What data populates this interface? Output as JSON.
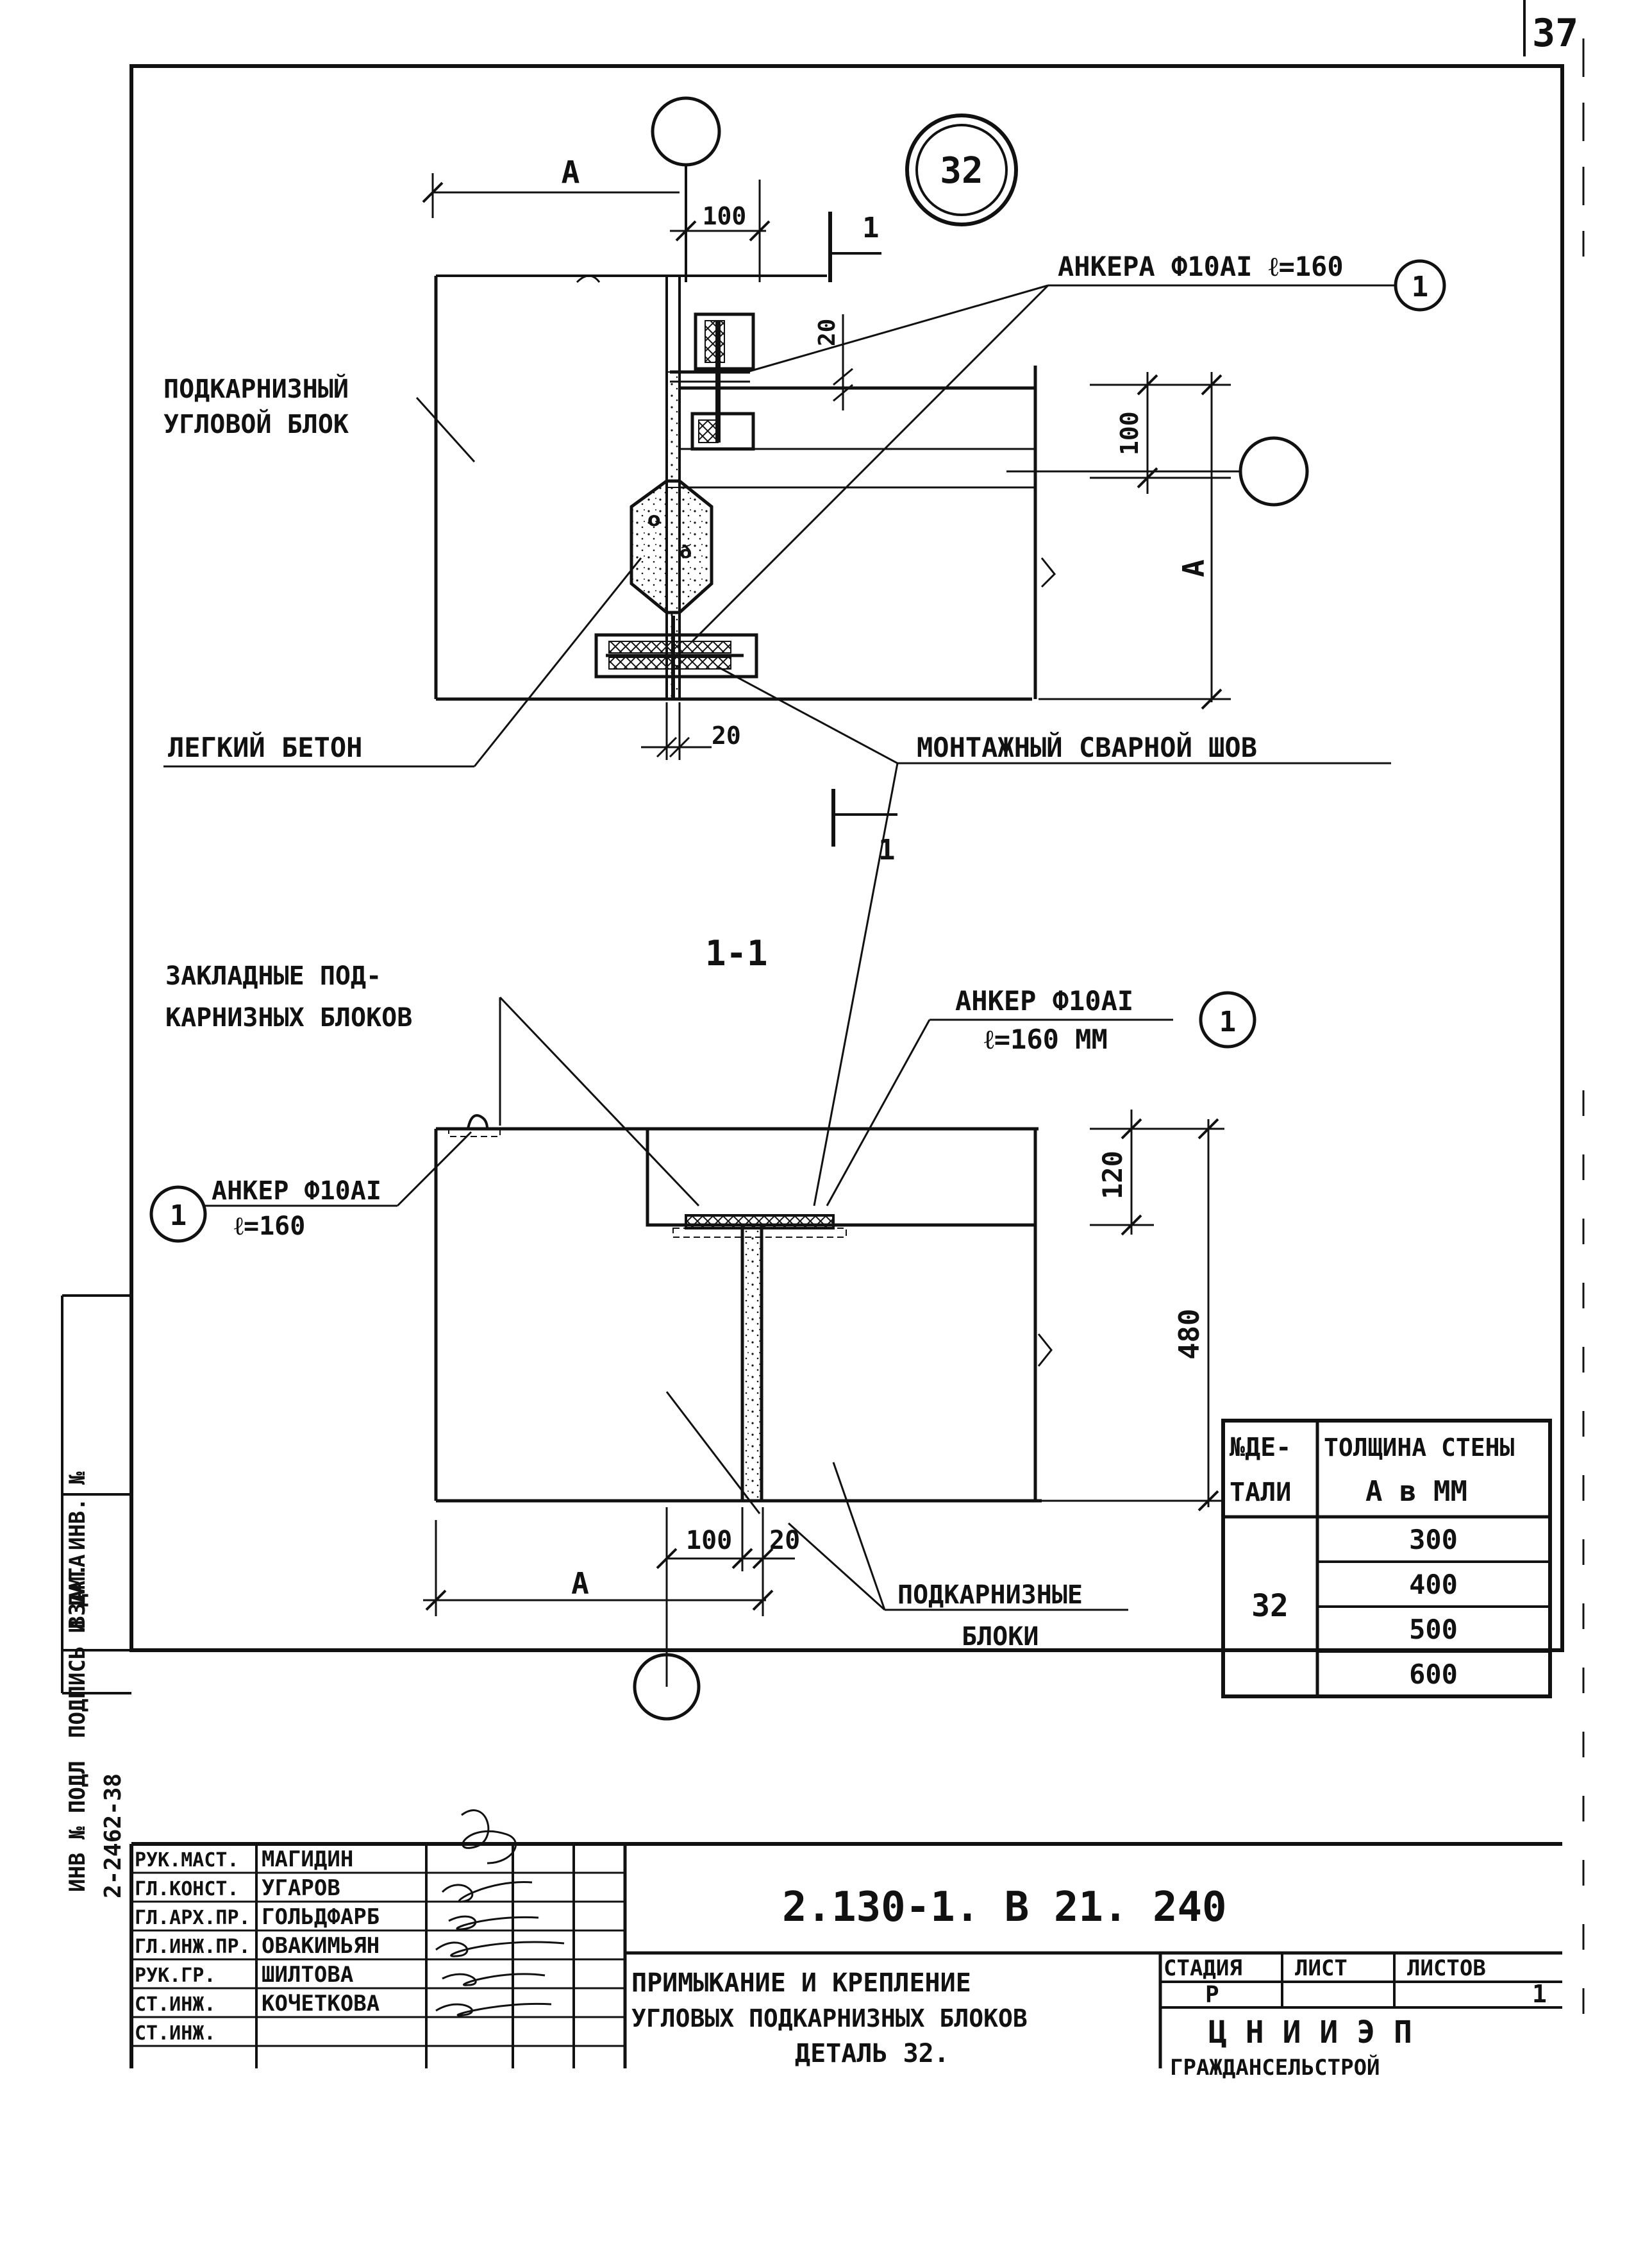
{
  "page_number": "37",
  "detail_number": "32",
  "axis_marker": "1",
  "section_marker": "1",
  "section_title": "1-1",
  "dims": {
    "a": "A",
    "d100": "100",
    "d20": "20",
    "d120": "120",
    "d480": "480"
  },
  "labels": {
    "anchors_top": "АНКЕРА Ф10АI  ℓ=160",
    "corner_block_1": "ПОДКАРНИЗНЫЙ",
    "corner_block_2": "УГЛОВОЙ БЛОК",
    "light_concrete": "ЛЕГКИЙ   БЕТОН",
    "weld_seam": "МОНТАЖНЫЙ  СВАРНОЙ  ШОВ",
    "embedded_1": "ЗАКЛАДНЫЕ  ПОД-",
    "embedded_2": "КАРНИЗНЫХ  БЛОКОВ",
    "anchor_mid_1": "АНКЕР Ф10АI",
    "anchor_mid_2": "ℓ=160 ММ",
    "anchor_left_1": "АНКЕР Ф10АI",
    "anchor_left_2": "ℓ=160",
    "blocks_1": "ПОДКАРНИЗНЫЕ",
    "blocks_2": "БЛОКИ"
  },
  "table": {
    "header_col1_1": "№ДЕ-",
    "header_col1_2": "ТАЛИ",
    "header_col2_1": "ТОЛЩИНА СТЕНЫ",
    "header_col2_2": "А в ММ",
    "detail": "32",
    "values": [
      "300",
      "400",
      "500",
      "600"
    ]
  },
  "side_strip": {
    "inv": "ИНВ № ПОДЛ",
    "sign": "ПОДПИСЬ И ДАТА",
    "vzam": "ВЗАМ. ИНВ. №",
    "inv_value": "2-2462-38"
  },
  "title_block": {
    "code": "2.130-1. В 21.   240",
    "title_1": "ПРИМЫКАНИЕ И КРЕПЛЕНИЕ",
    "title_2": "УГЛОВЫХ ПОДКАРНИЗНЫХ БЛОКОВ",
    "title_3": "ДЕТАЛЬ 32.",
    "stage_h": "СТАДИЯ",
    "sheet_h": "ЛИСТ",
    "sheets_h": "ЛИСТОВ",
    "stage": "Р",
    "sheets": "1",
    "org_1": "Ц Н И И Э П",
    "org_2": "ГРАЖДАНСЕЛЬСТРОЙ",
    "roles": [
      "РУК.МАСТ.",
      "ГЛ.КОНСТ.",
      "ГЛ.АРХ.ПР.",
      "ГЛ.ИНЖ.ПР.",
      "РУК.ГР.",
      "СТ.ИНЖ.",
      "СТ.ИНЖ."
    ],
    "names": [
      "МАГИДИН",
      "УГАРОВ",
      "ГОЛЬДФАРБ",
      "ОВАКИМЬЯН",
      "ШИЛТОВА",
      "КОЧЕТКОВА",
      ""
    ]
  }
}
